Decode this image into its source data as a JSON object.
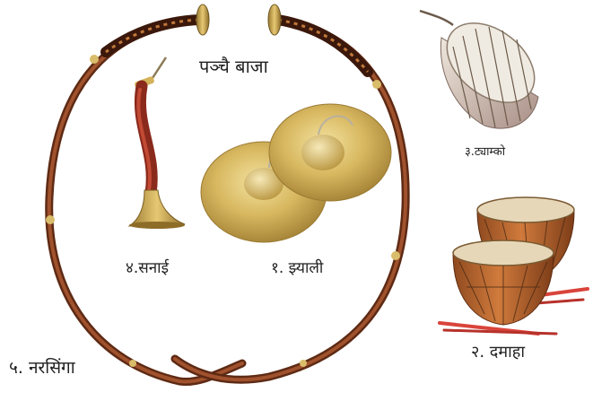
{
  "title": "पञ्चै बाजा",
  "instruments": [
    {
      "key": "jhyali",
      "label": "१. झ्याली"
    },
    {
      "key": "damaha",
      "label": "२. दमाहा"
    },
    {
      "key": "tyamko",
      "label": "३.ट्याम्को"
    },
    {
      "key": "sanai",
      "label": "४.सनाई"
    },
    {
      "key": "narsinga",
      "label": "५. नरसिंगा"
    }
  ],
  "colors": {
    "background": "#ffffff",
    "horn_copper": "#7a3a1e",
    "brass": "#c9a24a",
    "drum_skin": "#e6d7b8",
    "drum_shell": "#b5622c",
    "stick_red": "#d9443a"
  }
}
